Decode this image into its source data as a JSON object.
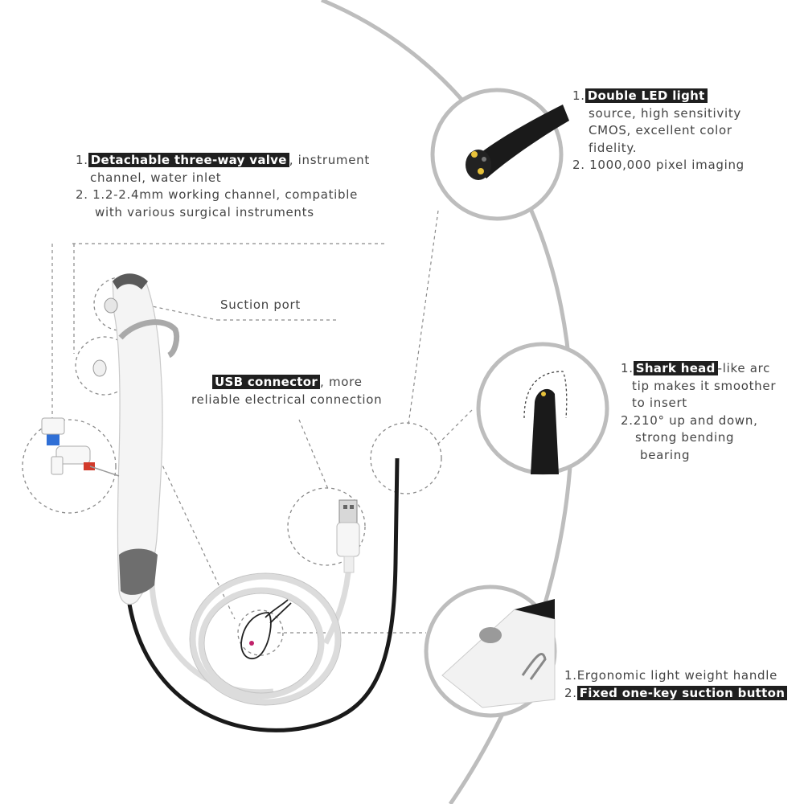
{
  "valve": {
    "num1": "1.",
    "highlight": "Detachable three-way valve",
    "rest": ", instrument",
    "cont": "channel, water inlet",
    "line2a": "2. 1.2-2.4mm working channel, compatible",
    "line2b": "with various surgical instruments"
  },
  "suction_port": {
    "label": "Suction port"
  },
  "usb": {
    "highlight": "USB connector",
    "rest": ", more",
    "cont": "reliable electrical connection"
  },
  "led": {
    "num1": "1.",
    "highlight": "Double LED light",
    "cont1": "source, high sensitivity",
    "cont2": "CMOS, excellent color",
    "cont3": "fidelity.",
    "line2": "2. 1000,000 pixel imaging"
  },
  "shark": {
    "num1": "1.",
    "highlight": "Shark head",
    "rest": "-like arc",
    "cont1": "tip makes it smoother",
    "cont2": "to insert",
    "line2a": "2.210° up and down,",
    "line2b": "strong bending",
    "line2c": "bearing"
  },
  "handle": {
    "line1": "1.Ergonomic light weight handle",
    "num2": "2.",
    "highlight": "Fixed one-key suction button"
  },
  "colors": {
    "arc": "#bdbdbd",
    "dashed": "#8a8a8a",
    "highlight_bg": "#1f1f1f",
    "device_body": "#f4f4f4",
    "device_grey": "#6e6e6e",
    "tube_black": "#1a1a1a",
    "valve_blue": "#2f6fd6",
    "valve_red": "#d23a2a"
  },
  "icons": [
    "endoscope-tip-icon",
    "shark-head-tip-icon",
    "suction-button-icon",
    "usb-plug-icon",
    "three-way-valve-icon"
  ]
}
